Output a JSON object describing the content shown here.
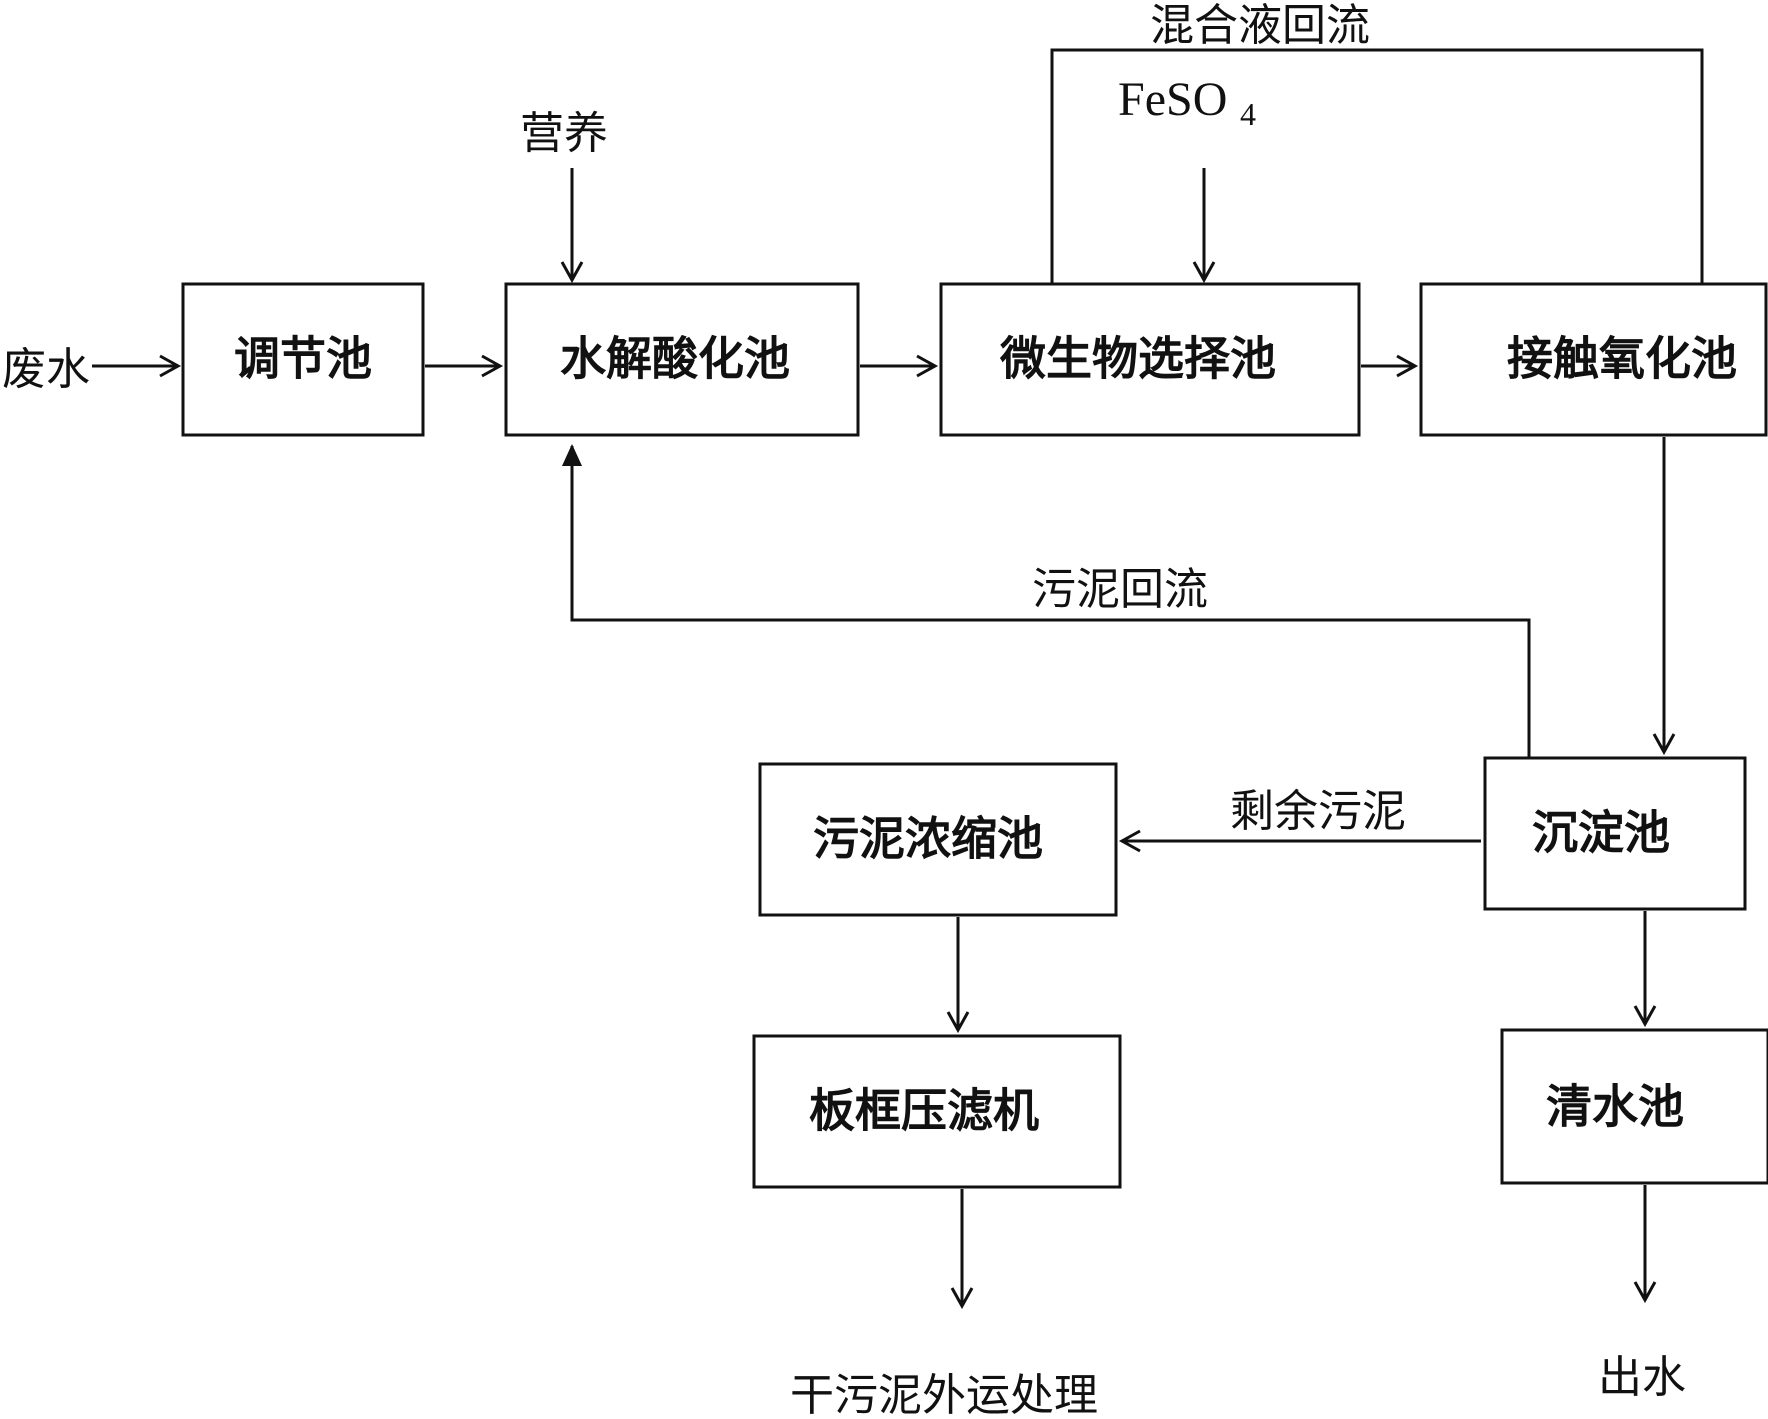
{
  "nodes": {
    "regulating_tank": "调节池",
    "hydrolysis_tank": "水解酸化池",
    "selector_tank": "微生物选择池",
    "contact_oxidation_tank": "接触氧化池",
    "sedimentation_tank": "沉淀池",
    "sludge_thickener": "污泥浓缩池",
    "filter_press": "板框压滤机",
    "clear_water_tank": "清水池"
  },
  "labels": {
    "wastewater_in": "废水",
    "nutrients": "营养",
    "mixed_liquor_return": "混合液回流",
    "ferrous_sulfate_main": "FeSO",
    "ferrous_sulfate_sub": "4",
    "sludge_return": "污泥回流",
    "excess_sludge": "剩余污泥",
    "dry_sludge_disposal": "干污泥外运处理",
    "effluent": "出水"
  }
}
